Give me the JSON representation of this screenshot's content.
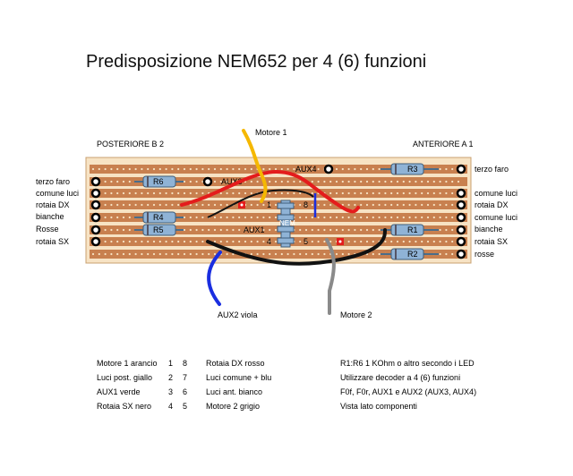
{
  "title": "Predisposizione NEM652 per 4 (6) funzioni",
  "headers": {
    "left": "POSTERIORE B 2",
    "right": "ANTERIORE A 1"
  },
  "left_labels": [
    "terzo faro",
    "comune luci",
    "rotaia DX",
    "bianche",
    "Rosse",
    "rotaia SX"
  ],
  "right_labels": [
    "terzo faro",
    "comune luci",
    "rotaia DX",
    "comune luci",
    "bianche",
    "rotaia SX",
    "rosse"
  ],
  "resistors": [
    "R6",
    "R4",
    "R5",
    "R3",
    "R1",
    "R2"
  ],
  "aux_labels": {
    "aux4": "AUX4",
    "aux3": "AUX3",
    "aux1": "AUX1"
  },
  "socket": {
    "label": "NEM",
    "pins": [
      "1",
      "8",
      "4",
      "5"
    ]
  },
  "wire_labels": {
    "motore1": "Motore 1",
    "aux2": "AUX2 viola",
    "motore2": "Motore 2"
  },
  "wire_colors": {
    "red": "#e41c1c",
    "black": "#111111",
    "blue": "#1a2ee0",
    "yellow": "#f5b800",
    "gray": "#8a8a8a",
    "board": "#f7e3c4",
    "strip": "#c8804f"
  },
  "pin_table": [
    {
      "signal": "Motore 1 arancio",
      "a": "1",
      "b": "8",
      "pair": "Rotaia DX rosso"
    },
    {
      "signal": "Luci post. giallo",
      "a": "2",
      "b": "7",
      "pair": "Luci comune + blu"
    },
    {
      "signal": "AUX1  verde",
      "a": "3",
      "b": "6",
      "pair": "Luci ant. bianco"
    },
    {
      "signal": "Rotaia SX nero",
      "a": "4",
      "b": "5",
      "pair": "Motore 2 grigio"
    }
  ],
  "notes": [
    "R1:R6 1 KOhm o altro secondo i LED",
    "Utilizzare decoder a 4 (6) funzioni",
    "F0f, F0r, AUX1 e AUX2 (AUX3, AUX4)",
    "Vista lato componenti"
  ]
}
